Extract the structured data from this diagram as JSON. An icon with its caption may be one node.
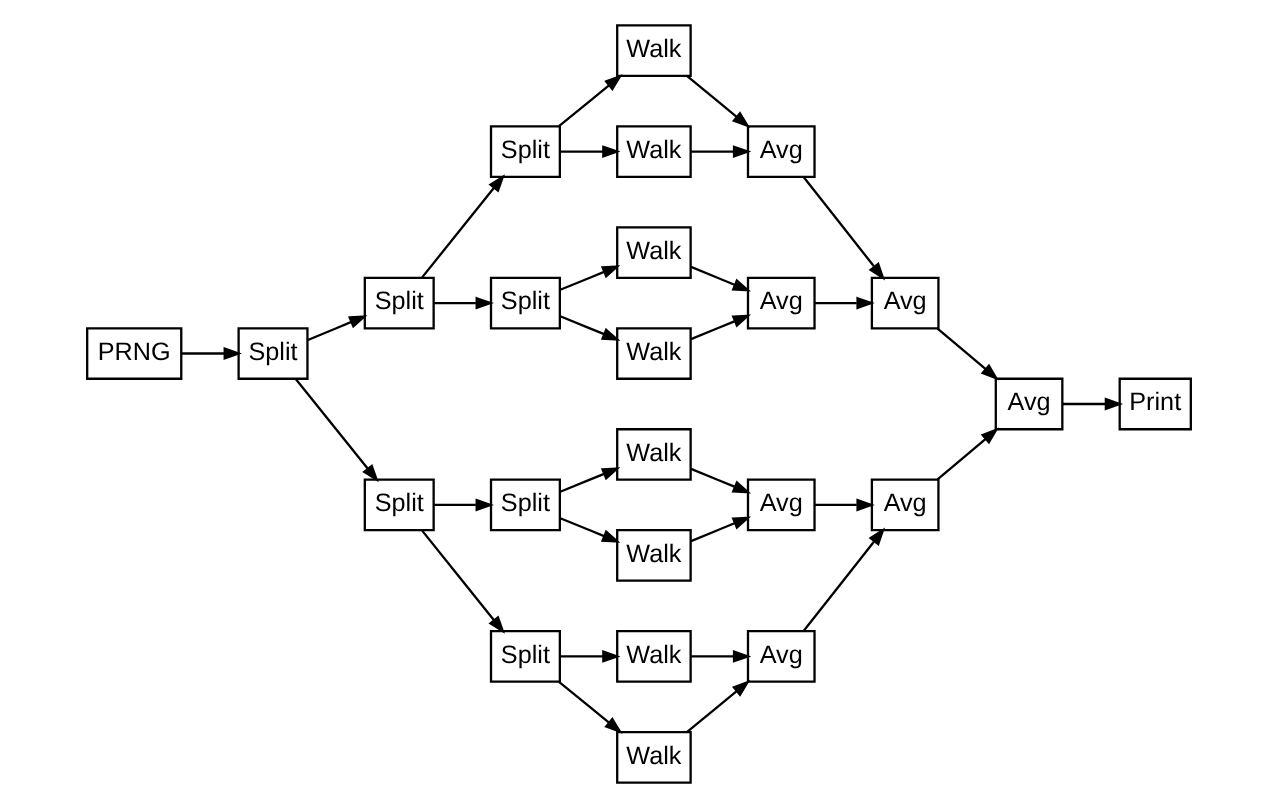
{
  "diagram": {
    "nodes": [
      {
        "text": [
          "PRNG"
        ]
      },
      {
        "text": [
          "Split"
        ]
      },
      {
        "text": [
          "Split"
        ]
      },
      {
        "text": [
          "Split"
        ]
      },
      {
        "text": [
          "Split"
        ]
      },
      {
        "text": [
          "Split"
        ]
      },
      {
        "text": [
          "Split"
        ]
      },
      {
        "text": [
          "Split"
        ]
      },
      {
        "text": [
          "Walk"
        ]
      },
      {
        "text": [
          "Walk"
        ]
      },
      {
        "text": [
          "Walk"
        ]
      },
      {
        "text": [
          "Walk"
        ]
      },
      {
        "text": [
          "Walk"
        ]
      },
      {
        "text": [
          "Walk"
        ]
      },
      {
        "text": [
          "Walk"
        ]
      },
      {
        "text": [
          "Walk"
        ]
      },
      {
        "text": [
          "Avg"
        ]
      },
      {
        "text": [
          "Avg"
        ]
      },
      {
        "text": [
          "Avg"
        ]
      },
      {
        "text": [
          "Avg"
        ]
      },
      {
        "text": [
          "Avg"
        ]
      },
      {
        "text": [
          "Avg"
        ]
      },
      {
        "text": [
          "Avg"
        ]
      },
      {
        "text": [
          "Print"
        ]
      }
    ],
    "edges": [
      {
        "from": 0,
        "to": 1,
        "arrow": "to"
      },
      {
        "from": 1,
        "to": 2,
        "arrow": "to"
      },
      {
        "from": 1,
        "to": 3,
        "arrow": "to"
      },
      {
        "from": 2,
        "to": 4,
        "arrow": "to"
      },
      {
        "from": 2,
        "to": 5,
        "arrow": "to"
      },
      {
        "from": 3,
        "to": 6,
        "arrow": "to"
      },
      {
        "from": 3,
        "to": 7,
        "arrow": "to"
      },
      {
        "from": 4,
        "to": 8,
        "arrow": "to"
      },
      {
        "from": 4,
        "to": 9,
        "arrow": "to"
      },
      {
        "from": 5,
        "to": 10,
        "arrow": "to"
      },
      {
        "from": 5,
        "to": 11,
        "arrow": "to"
      },
      {
        "from": 6,
        "to": 12,
        "arrow": "to"
      },
      {
        "from": 6,
        "to": 13,
        "arrow": "to"
      },
      {
        "from": 7,
        "to": 14,
        "arrow": "to"
      },
      {
        "from": 7,
        "to": 15,
        "arrow": "to"
      },
      {
        "from": 8,
        "to": 16,
        "arrow": "to"
      },
      {
        "from": 9,
        "to": 16,
        "arrow": "to"
      },
      {
        "from": 10,
        "to": 17,
        "arrow": "to"
      },
      {
        "from": 11,
        "to": 17,
        "arrow": "to"
      },
      {
        "from": 12,
        "to": 18,
        "arrow": "to"
      },
      {
        "from": 13,
        "to": 18,
        "arrow": "to"
      },
      {
        "from": 14,
        "to": 19,
        "arrow": "to"
      },
      {
        "from": 15,
        "to": 19,
        "arrow": "to"
      },
      {
        "from": 16,
        "to": 20,
        "arrow": "to"
      },
      {
        "from": 17,
        "to": 20,
        "arrow": "to"
      },
      {
        "from": 18,
        "to": 21,
        "arrow": "to"
      },
      {
        "from": 19,
        "to": 21,
        "arrow": "to"
      },
      {
        "from": 20,
        "to": 22,
        "arrow": "to"
      },
      {
        "from": 21,
        "to": 22,
        "arrow": "to"
      },
      {
        "from": 22,
        "to": 23,
        "arrow": "to"
      }
    ]
  }
}
